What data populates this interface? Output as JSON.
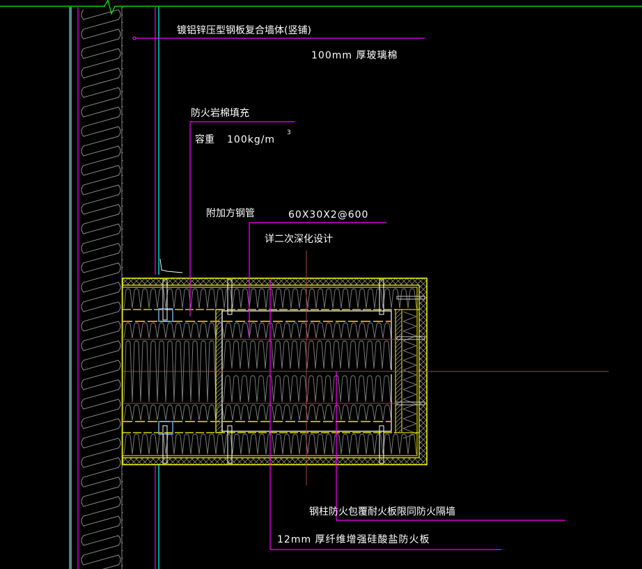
{
  "drawing": {
    "type": "CAD construction detail",
    "background": "#000000",
    "colors": {
      "leader": "#ff00ff",
      "cyan_line": "#00ffff",
      "break_line": "#00ff00",
      "board_outline": "#ffff00",
      "steel_tube": "#ffffff",
      "insulation": "#808080",
      "orange_line": "#d49a00",
      "center_line": "#a04848",
      "bracket": "#6fa8e8"
    },
    "annotations": {
      "wall_panel": "镀铝锌压型钢板复合墙体(竖铺)",
      "glass_wool": "100mm 厚玻璃棉",
      "rock_wool_fill": "防火岩棉填充",
      "density_label": "容重",
      "density_value": "100kg/m",
      "density_exp": "3",
      "steel_tube": "附加方钢管",
      "tube_spec": "60X30X2@600",
      "tube_note": "详二次深化设计",
      "column_cladding": "钢柱防火包覆耐火板限同防火隔墙",
      "board_spec": "12mm 厚纤维增强硅酸盐防火板"
    }
  }
}
